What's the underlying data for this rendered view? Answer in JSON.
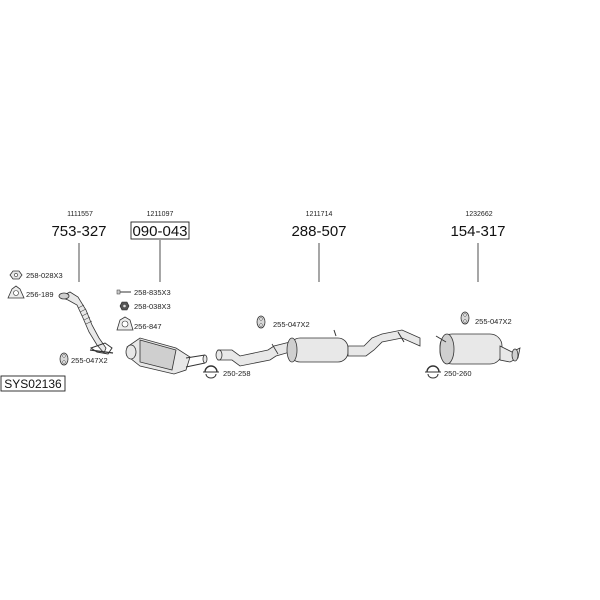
{
  "system_id": "SYS02136",
  "assemblies": [
    {
      "oe": "1111557",
      "part": "753-327",
      "boxed": false
    },
    {
      "oe": "1211097",
      "part": "090-043",
      "boxed": true
    },
    {
      "oe": "1211714",
      "part": "288-507",
      "boxed": false
    },
    {
      "oe": "1232662",
      "part": "154-317",
      "boxed": false
    }
  ],
  "parts": [
    {
      "code": "258-028X3",
      "icon": "nut-icon"
    },
    {
      "code": "256-189",
      "icon": "gasket-icon"
    },
    {
      "code": "255-047X2",
      "icon": "rubber-hanger-icon"
    },
    {
      "code": "258-835X3",
      "icon": "bolt-icon"
    },
    {
      "code": "258-038X3",
      "icon": "spring-nut-icon"
    },
    {
      "code": "256-847",
      "icon": "gasket-icon"
    },
    {
      "code": "250-258",
      "icon": "clamp-icon"
    },
    {
      "code": "255-047X2",
      "icon": "rubber-hanger-icon"
    },
    {
      "code": "255-047X2",
      "icon": "rubber-hanger-icon"
    },
    {
      "code": "250-260",
      "icon": "clamp-icon"
    }
  ]
}
